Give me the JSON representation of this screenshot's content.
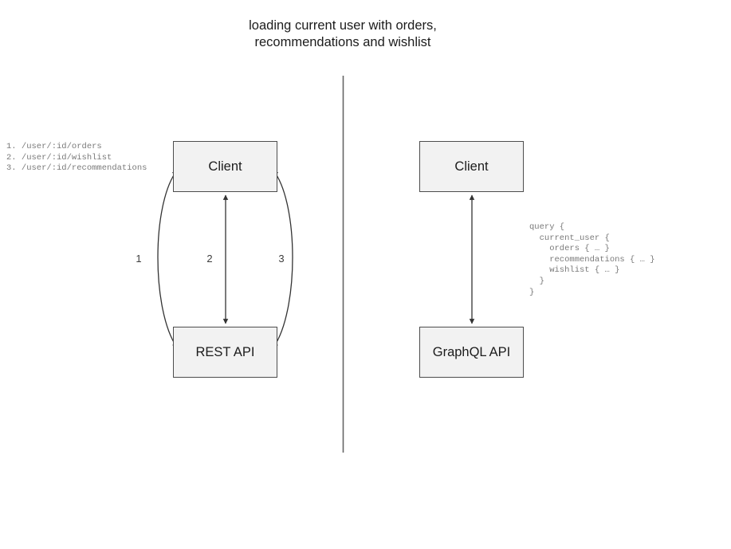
{
  "diagram": {
    "title": "loading current user with orders,\nrecommendations and wishlist",
    "divider": {
      "name": "vertical-divider",
      "color": "#666666"
    },
    "rest_side": {
      "client_label": "Client",
      "api_label": "REST API",
      "edge_labels": [
        "1",
        "2",
        "3"
      ],
      "endpoints": "1. /user/:id/orders\n2. /user/:id/wishlist\n3. /user/:id/recommendations"
    },
    "graphql_side": {
      "client_label": "Client",
      "api_label": "GraphQL API",
      "query": "query {\n  current_user {\n    orders { … }\n    recommendations { … }\n    wishlist { … }\n  }\n}"
    },
    "colors": {
      "node_fill": "#f2f2f2",
      "node_border": "#4d4d4d",
      "edge": "#333333",
      "code_text": "#7a7a7a",
      "title_text": "#1c1c1c",
      "background": "#ffffff"
    }
  }
}
